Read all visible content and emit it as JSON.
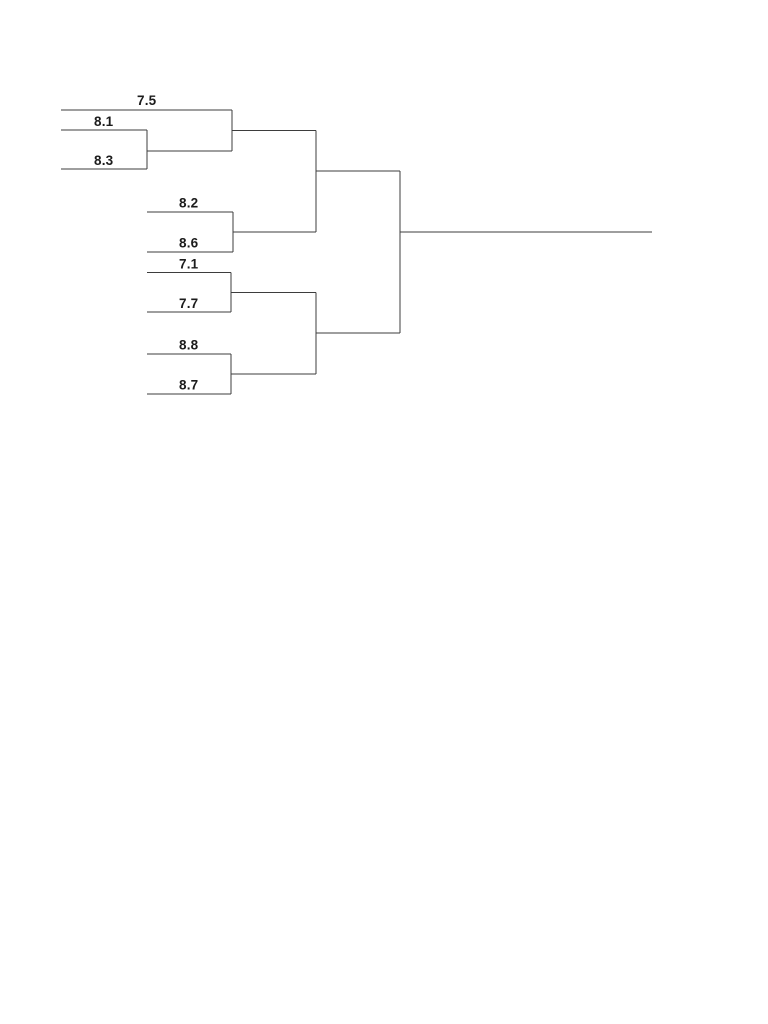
{
  "page": {
    "background": "#ffffff"
  },
  "bracket": {
    "type": "single-elimination-bracket",
    "entries": [
      "7.5",
      "8.1",
      "8.3",
      "8.2",
      "8.6",
      "7.1",
      "7.7",
      "8.8",
      "8.7"
    ],
    "round1": {
      "bye": "7.5",
      "matches": [
        [
          "8.1",
          "8.3"
        ],
        [
          "8.2",
          "8.6"
        ],
        [
          "7.1",
          "7.7"
        ],
        [
          "8.8",
          "8.7"
        ]
      ]
    },
    "colors": {
      "line": "#3d3d3d",
      "text": "#1c1c1c",
      "page_background": "#ffffff"
    }
  }
}
